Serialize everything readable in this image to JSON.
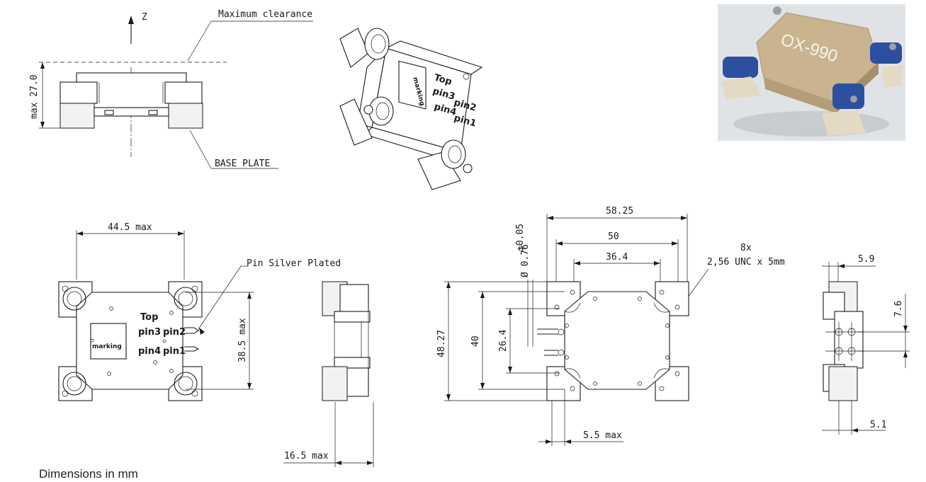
{
  "side_view": {
    "axis_label": "Z",
    "clearance_label": "Maximum clearance",
    "height_dim": "max 27.0",
    "base_label": "BASE PLATE"
  },
  "iso_view": {
    "marking": "marking",
    "pins": [
      "Top",
      "pin3",
      "pin2",
      "pin4",
      "pin1"
    ]
  },
  "photo": {
    "product_text": "OX-990",
    "colors": {
      "body": "#c9b48f",
      "clamp": "#2c4fa0",
      "background": "#dfe3e6"
    }
  },
  "top_view": {
    "width_dim": "44.5 max",
    "height_dim": "38.5 max",
    "pin_note": "Pin Silver Plated",
    "marking": "marking",
    "labels": {
      "top": "Top",
      "pin3": "pin3",
      "pin2": "pin2",
      "pin4": "pin4",
      "pin1": "pin1"
    }
  },
  "end_view": {
    "depth_dim": "16.5 max"
  },
  "bottom_view": {
    "dims": {
      "d58": "58.25",
      "d50": "50",
      "d36": "36.4",
      "pin_dia": "Ø 0.76",
      "pin_tol": "±0.05",
      "thread_count": "8x",
      "thread": "2,56 UNC x 5mm",
      "d48": "48.27",
      "d40": "40",
      "d26": "26.4",
      "d55": "5.5 max"
    }
  },
  "right_view": {
    "dims": {
      "d59": "5.9",
      "d76": "7.6",
      "d51": "5.1"
    }
  },
  "footer": "Dimensions in mm"
}
